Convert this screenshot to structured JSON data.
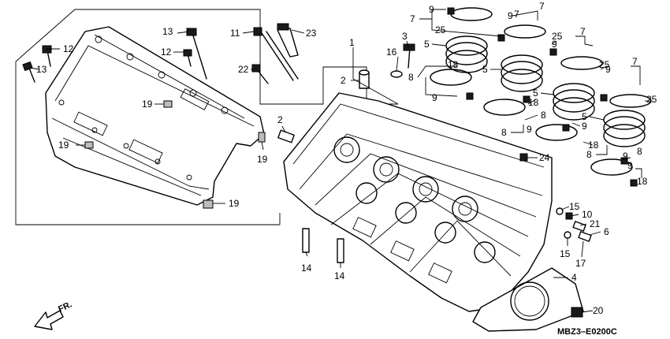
{
  "diagram": {
    "drawing_code": "MBZ3–E0200C",
    "direction_mark": "FR.",
    "callouts": [
      {
        "id": "c1",
        "label": "1"
      },
      {
        "id": "c2a",
        "label": "2"
      },
      {
        "id": "c2b",
        "label": "2"
      },
      {
        "id": "c3",
        "label": "3"
      },
      {
        "id": "c4",
        "label": "4"
      },
      {
        "id": "c5a",
        "label": "5"
      },
      {
        "id": "c5b",
        "label": "5"
      },
      {
        "id": "c5c",
        "label": "5"
      },
      {
        "id": "c5d",
        "label": "5"
      },
      {
        "id": "c6",
        "label": "6"
      },
      {
        "id": "c7a",
        "label": "7"
      },
      {
        "id": "c7b",
        "label": "7"
      },
      {
        "id": "c7c",
        "label": "7"
      },
      {
        "id": "c7d",
        "label": "7"
      },
      {
        "id": "c7e",
        "label": "7"
      },
      {
        "id": "c8a",
        "label": "8"
      },
      {
        "id": "c8b",
        "label": "8"
      },
      {
        "id": "c8c",
        "label": "8"
      },
      {
        "id": "c8d",
        "label": "8"
      },
      {
        "id": "c8e",
        "label": "8"
      },
      {
        "id": "c9a",
        "label": "9"
      },
      {
        "id": "c9b",
        "label": "9"
      },
      {
        "id": "c9c",
        "label": "9"
      },
      {
        "id": "c9d",
        "label": "9"
      },
      {
        "id": "c9e",
        "label": "9"
      },
      {
        "id": "c9f",
        "label": "9"
      },
      {
        "id": "c9g",
        "label": "9"
      },
      {
        "id": "c9h",
        "label": "9"
      },
      {
        "id": "c9i",
        "label": "9"
      },
      {
        "id": "c10",
        "label": "10"
      },
      {
        "id": "c11",
        "label": "11"
      },
      {
        "id": "c12a",
        "label": "12"
      },
      {
        "id": "c12b",
        "label": "12"
      },
      {
        "id": "c13a",
        "label": "13"
      },
      {
        "id": "c13b",
        "label": "13"
      },
      {
        "id": "c14a",
        "label": "14"
      },
      {
        "id": "c14b",
        "label": "14"
      },
      {
        "id": "c15a",
        "label": "15"
      },
      {
        "id": "c15b",
        "label": "15"
      },
      {
        "id": "c16",
        "label": "16"
      },
      {
        "id": "c17",
        "label": "17"
      },
      {
        "id": "c18a",
        "label": "18"
      },
      {
        "id": "c18b",
        "label": "18"
      },
      {
        "id": "c18c",
        "label": "18"
      },
      {
        "id": "c18d",
        "label": "18"
      },
      {
        "id": "c19a",
        "label": "19"
      },
      {
        "id": "c19b",
        "label": "19"
      },
      {
        "id": "c19c",
        "label": "19"
      },
      {
        "id": "c19d",
        "label": "19"
      },
      {
        "id": "c20",
        "label": "20"
      },
      {
        "id": "c21",
        "label": "21"
      },
      {
        "id": "c22",
        "label": "22"
      },
      {
        "id": "c23",
        "label": "23"
      },
      {
        "id": "c24",
        "label": "24"
      },
      {
        "id": "c25a",
        "label": "25"
      },
      {
        "id": "c25b",
        "label": "25"
      },
      {
        "id": "c25c",
        "label": "25"
      },
      {
        "id": "c25d",
        "label": "25"
      }
    ]
  }
}
